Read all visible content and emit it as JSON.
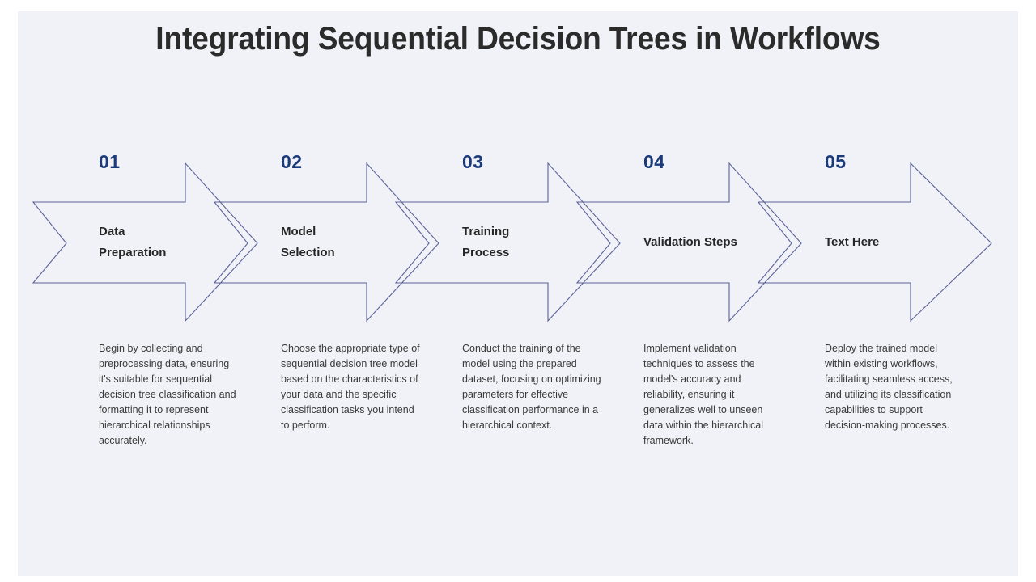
{
  "slide": {
    "title": "Integrating Sequential Decision Trees in Workflows",
    "background_color": "#f1f2f7",
    "arrow_stroke_color": "#5a6298",
    "number_color": "#1b3a7a",
    "heading_color": "#262626",
    "body_color": "#3a3a3a"
  },
  "steps": [
    {
      "number": "01",
      "heading": "Data\nPreparation",
      "description": "Begin by collecting and preprocessing data, ensuring it's suitable for sequential decision tree classification and formatting it to represent hierarchical relationships accurately."
    },
    {
      "number": "02",
      "heading": "Model\nSelection",
      "description": "Choose the appropriate type of sequential decision tree model based on the characteristics of your data and the specific classification tasks you intend to perform."
    },
    {
      "number": "03",
      "heading": "Training\nProcess",
      "description": "Conduct the training of the model using the prepared dataset, focusing on optimizing parameters for effective classification performance in a hierarchical context."
    },
    {
      "number": "04",
      "heading": "Validation Steps",
      "description": "Implement validation techniques to assess the model's accuracy and reliability, ensuring it generalizes well to unseen data within the hierarchical framework."
    },
    {
      "number": "05",
      "heading": "Text Here",
      "description": "Deploy the trained model within existing workflows, facilitating seamless access, and utilizing its classification capabilities to support decision-making processes."
    }
  ]
}
